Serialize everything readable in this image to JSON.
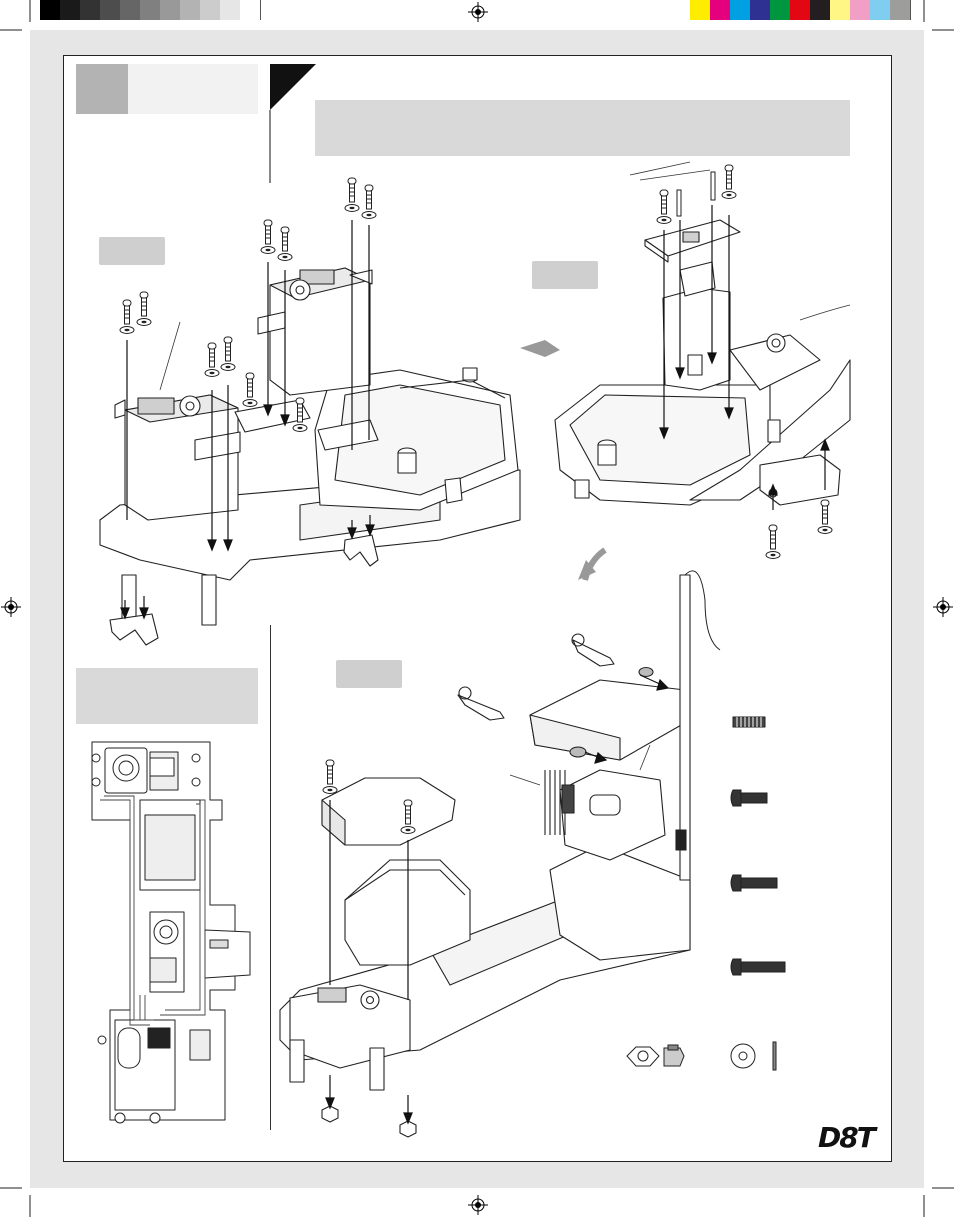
{
  "print_marks": {
    "grayscale_bar": [
      "#000000",
      "#1a1a1a",
      "#333333",
      "#4d4d4d",
      "#666666",
      "#808080",
      "#999999",
      "#b3b3b3",
      "#cccccc",
      "#e6e6e6",
      "#ffffff"
    ],
    "color_bar": [
      "#ffed00",
      "#e5007e",
      "#00a0e3",
      "#2e3192",
      "#00963f",
      "#e30613",
      "#231f20",
      "#fff685",
      "#f29fc5",
      "#7fcdef",
      "#9d9d9c"
    ]
  },
  "brand": {
    "logo_text": "D8T"
  },
  "hardware_legend": [
    {
      "type": "set-screw",
      "icon": "set-screw-icon"
    },
    {
      "type": "button-head-screw-short",
      "icon": "button-screw-icon"
    },
    {
      "type": "button-head-screw-medium",
      "icon": "button-screw-icon"
    },
    {
      "type": "button-head-screw-long",
      "icon": "button-screw-icon"
    },
    {
      "type": "lock-nut",
      "icon": "lock-nut-icon"
    },
    {
      "type": "washer",
      "icon": "washer-icon"
    }
  ],
  "colors": {
    "page_frame": "#e6e6e6",
    "panel_gray": "#d9d9d9",
    "step_gray": "#b3b3b3"
  }
}
